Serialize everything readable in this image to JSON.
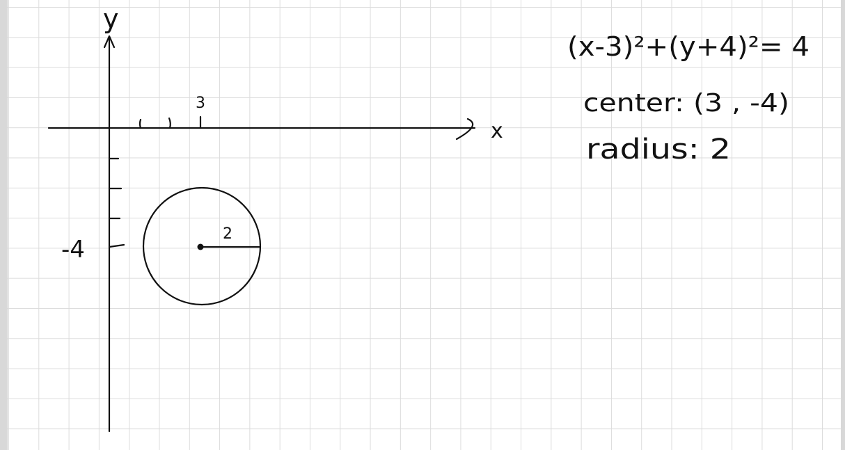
{
  "axes": {
    "x_label": "x",
    "y_label": "y",
    "x_tick_label": "3",
    "y_tick_label": "-4"
  },
  "circle": {
    "radius_label": "2"
  },
  "notes": {
    "equation": "(x-3)²+(y+4)²= 4",
    "center": "center: (3 , -4)",
    "radius": "radius: 2"
  },
  "colors": {
    "ink": "#111111",
    "grid": "#dcdcdc",
    "background": "#ffffff"
  }
}
